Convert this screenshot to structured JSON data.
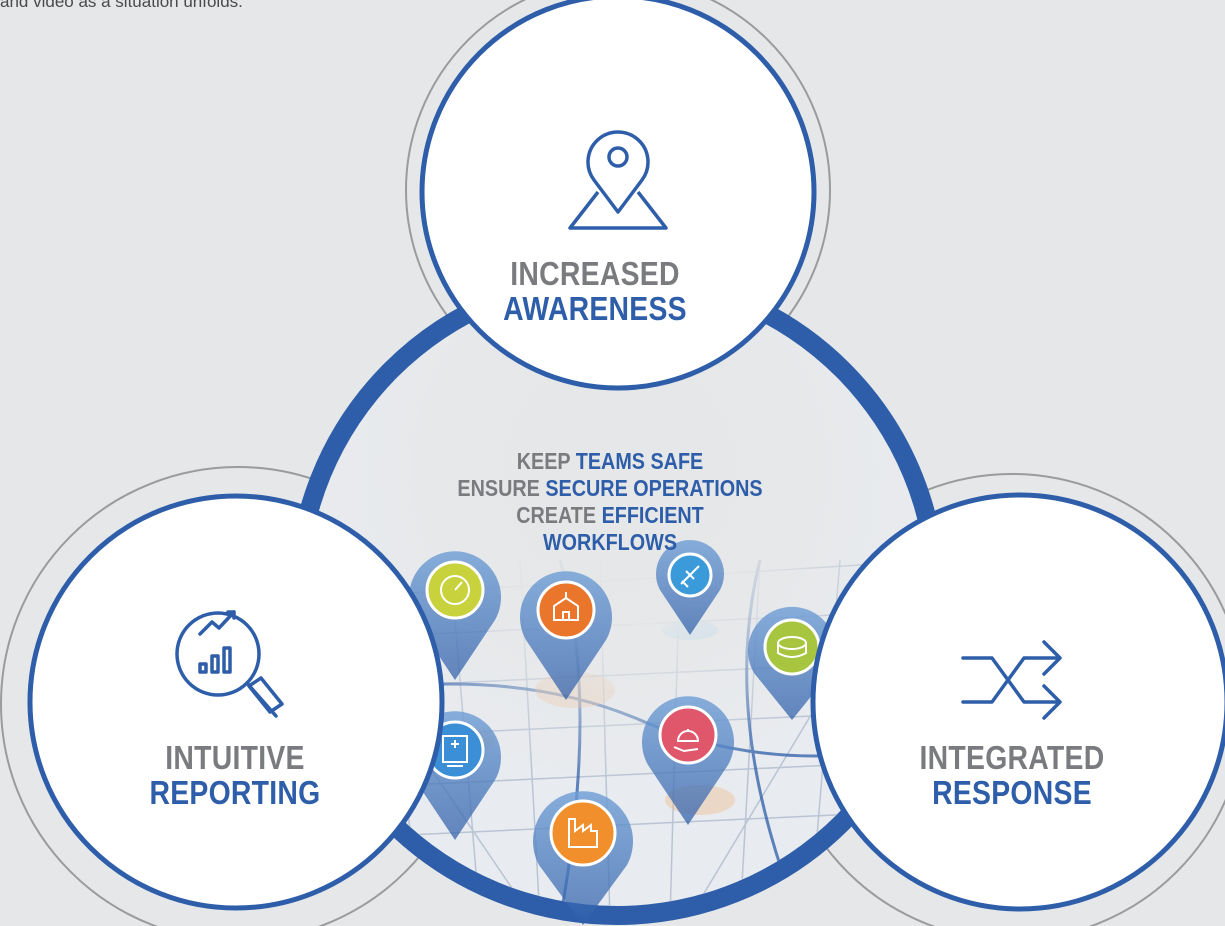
{
  "intro_text": "and video as a situation unfolds.",
  "colors": {
    "background": "#e6e7e8",
    "brand_blue": "#2e5ea9",
    "gray_text": "#7a7b7e",
    "outer_ring": "#9a9b9d"
  },
  "circles": {
    "top": {
      "icon": "location-pin-icon",
      "line1": "INCREASED",
      "line2": "AWARENESS"
    },
    "left": {
      "icon": "magnifier-chart-icon",
      "line1": "INTUITIVE",
      "line2": "REPORTING"
    },
    "right": {
      "icon": "shuffle-arrows-icon",
      "line1": "INTEGRATED",
      "line2": "RESPONSE"
    }
  },
  "center": {
    "lines": [
      {
        "gray": "KEEP",
        "blue": "TEAMS SAFE"
      },
      {
        "gray": "ENSURE",
        "blue": "SECURE OPERATIONS"
      },
      {
        "gray": "CREATE",
        "blue": "EFFICIENT WORKFLOWS"
      }
    ]
  },
  "map_pins": [
    {
      "icon": "gauge-icon",
      "color": "#c8d23c"
    },
    {
      "icon": "school-icon",
      "color": "#e9762b"
    },
    {
      "icon": "airplane-icon",
      "color": "#3b9ad9"
    },
    {
      "icon": "stadium-icon",
      "color": "#a8c540"
    },
    {
      "icon": "hospital-icon",
      "color": "#3b8fd6"
    },
    {
      "icon": "food-service-icon",
      "color": "#e0566a"
    },
    {
      "icon": "factory-icon",
      "color": "#f08f2c"
    }
  ]
}
